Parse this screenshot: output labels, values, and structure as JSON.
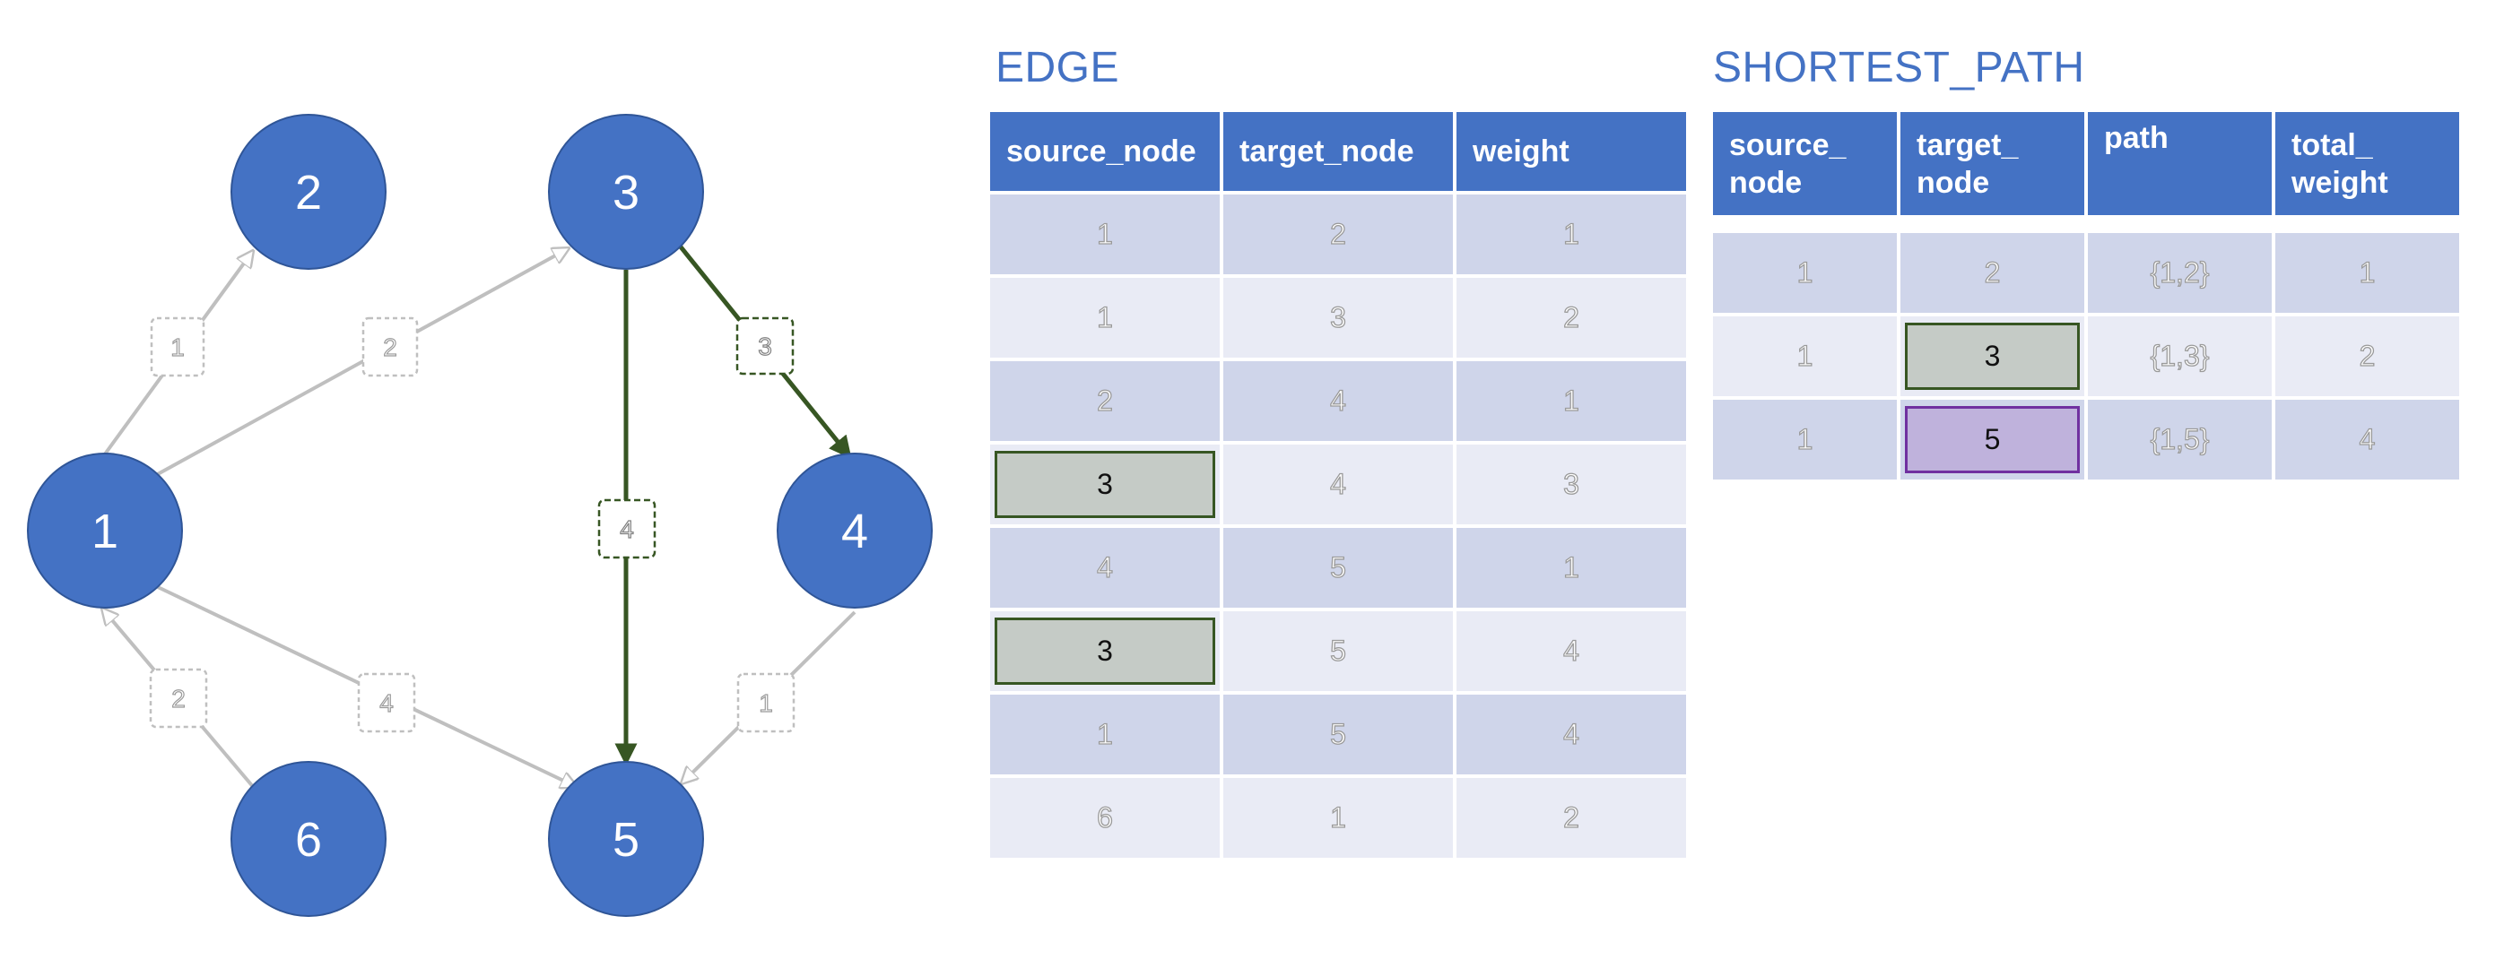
{
  "graph": {
    "nodes": [
      {
        "id": "1",
        "label": "1"
      },
      {
        "id": "2",
        "label": "2"
      },
      {
        "id": "3",
        "label": "3"
      },
      {
        "id": "4",
        "label": "4"
      },
      {
        "id": "5",
        "label": "5"
      },
      {
        "id": "6",
        "label": "6"
      }
    ],
    "edges": [
      {
        "source": "1",
        "target": "2",
        "weight": "1",
        "highlight": false
      },
      {
        "source": "1",
        "target": "3",
        "weight": "2",
        "highlight": false
      },
      {
        "source": "3",
        "target": "4",
        "weight": "3",
        "highlight": true
      },
      {
        "source": "3",
        "target": "5",
        "weight": "4",
        "highlight": true
      },
      {
        "source": "1",
        "target": "5",
        "weight": "4",
        "highlight": false
      },
      {
        "source": "6",
        "target": "1",
        "weight": "2",
        "highlight": false
      },
      {
        "source": "4",
        "target": "5",
        "weight": "1",
        "highlight": false
      }
    ],
    "colors": {
      "node_fill": "#4472c4",
      "node_stroke": "#2f5597",
      "highlight_edge": "#375623",
      "faded_edge": "#bfbfbf"
    }
  },
  "edge_table": {
    "title": "EDGE",
    "headers": [
      "source_node",
      "target_node",
      "weight"
    ],
    "rows": [
      [
        "1",
        "2",
        "1"
      ],
      [
        "1",
        "3",
        "2"
      ],
      [
        "2",
        "4",
        "1"
      ],
      [
        "3",
        "4",
        "3"
      ],
      [
        "4",
        "5",
        "1"
      ],
      [
        "3",
        "5",
        "4"
      ],
      [
        "1",
        "5",
        "4"
      ],
      [
        "6",
        "1",
        "2"
      ]
    ]
  },
  "shortest_path_table": {
    "title": "SHORTEST_PATH",
    "headers": [
      "source_\nnode",
      "target_\nnode",
      "path",
      "total_\nweight"
    ],
    "rows": [
      [
        "1",
        "2",
        "{1,2}",
        "1"
      ],
      [
        "1",
        "3",
        "{1,3}",
        "2"
      ],
      [
        "1",
        "5",
        "{1,5}",
        "4"
      ]
    ]
  },
  "colors": {
    "header_bg": "#4472c4",
    "row_odd": "#cfd5ea",
    "row_even": "#e9ebf5",
    "highlight_green": "#c5cbc6",
    "highlight_purple": "#bfb2dc"
  }
}
